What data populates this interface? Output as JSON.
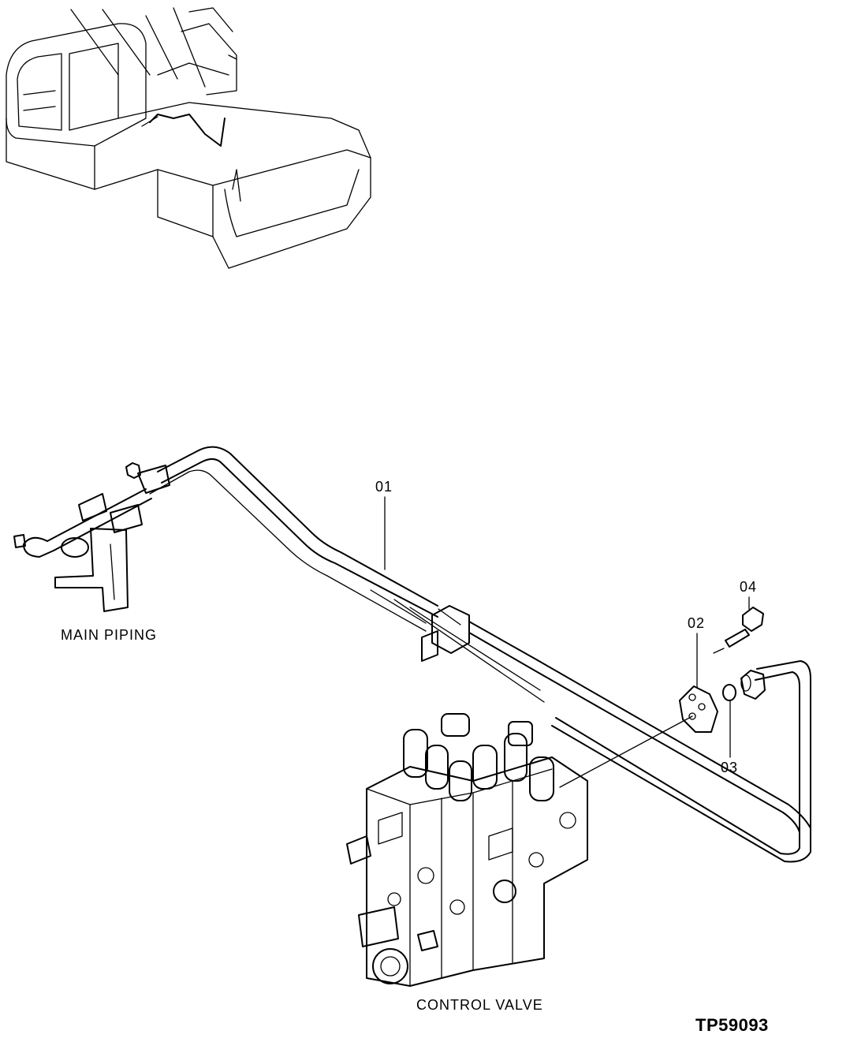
{
  "callouts": {
    "c01": "01",
    "c02": "02",
    "c03": "03",
    "c04": "04"
  },
  "labels": {
    "main_piping": "MAIN PIPING",
    "control_valve": "CONTROL VALVE"
  },
  "drawing_code": "TP59093"
}
